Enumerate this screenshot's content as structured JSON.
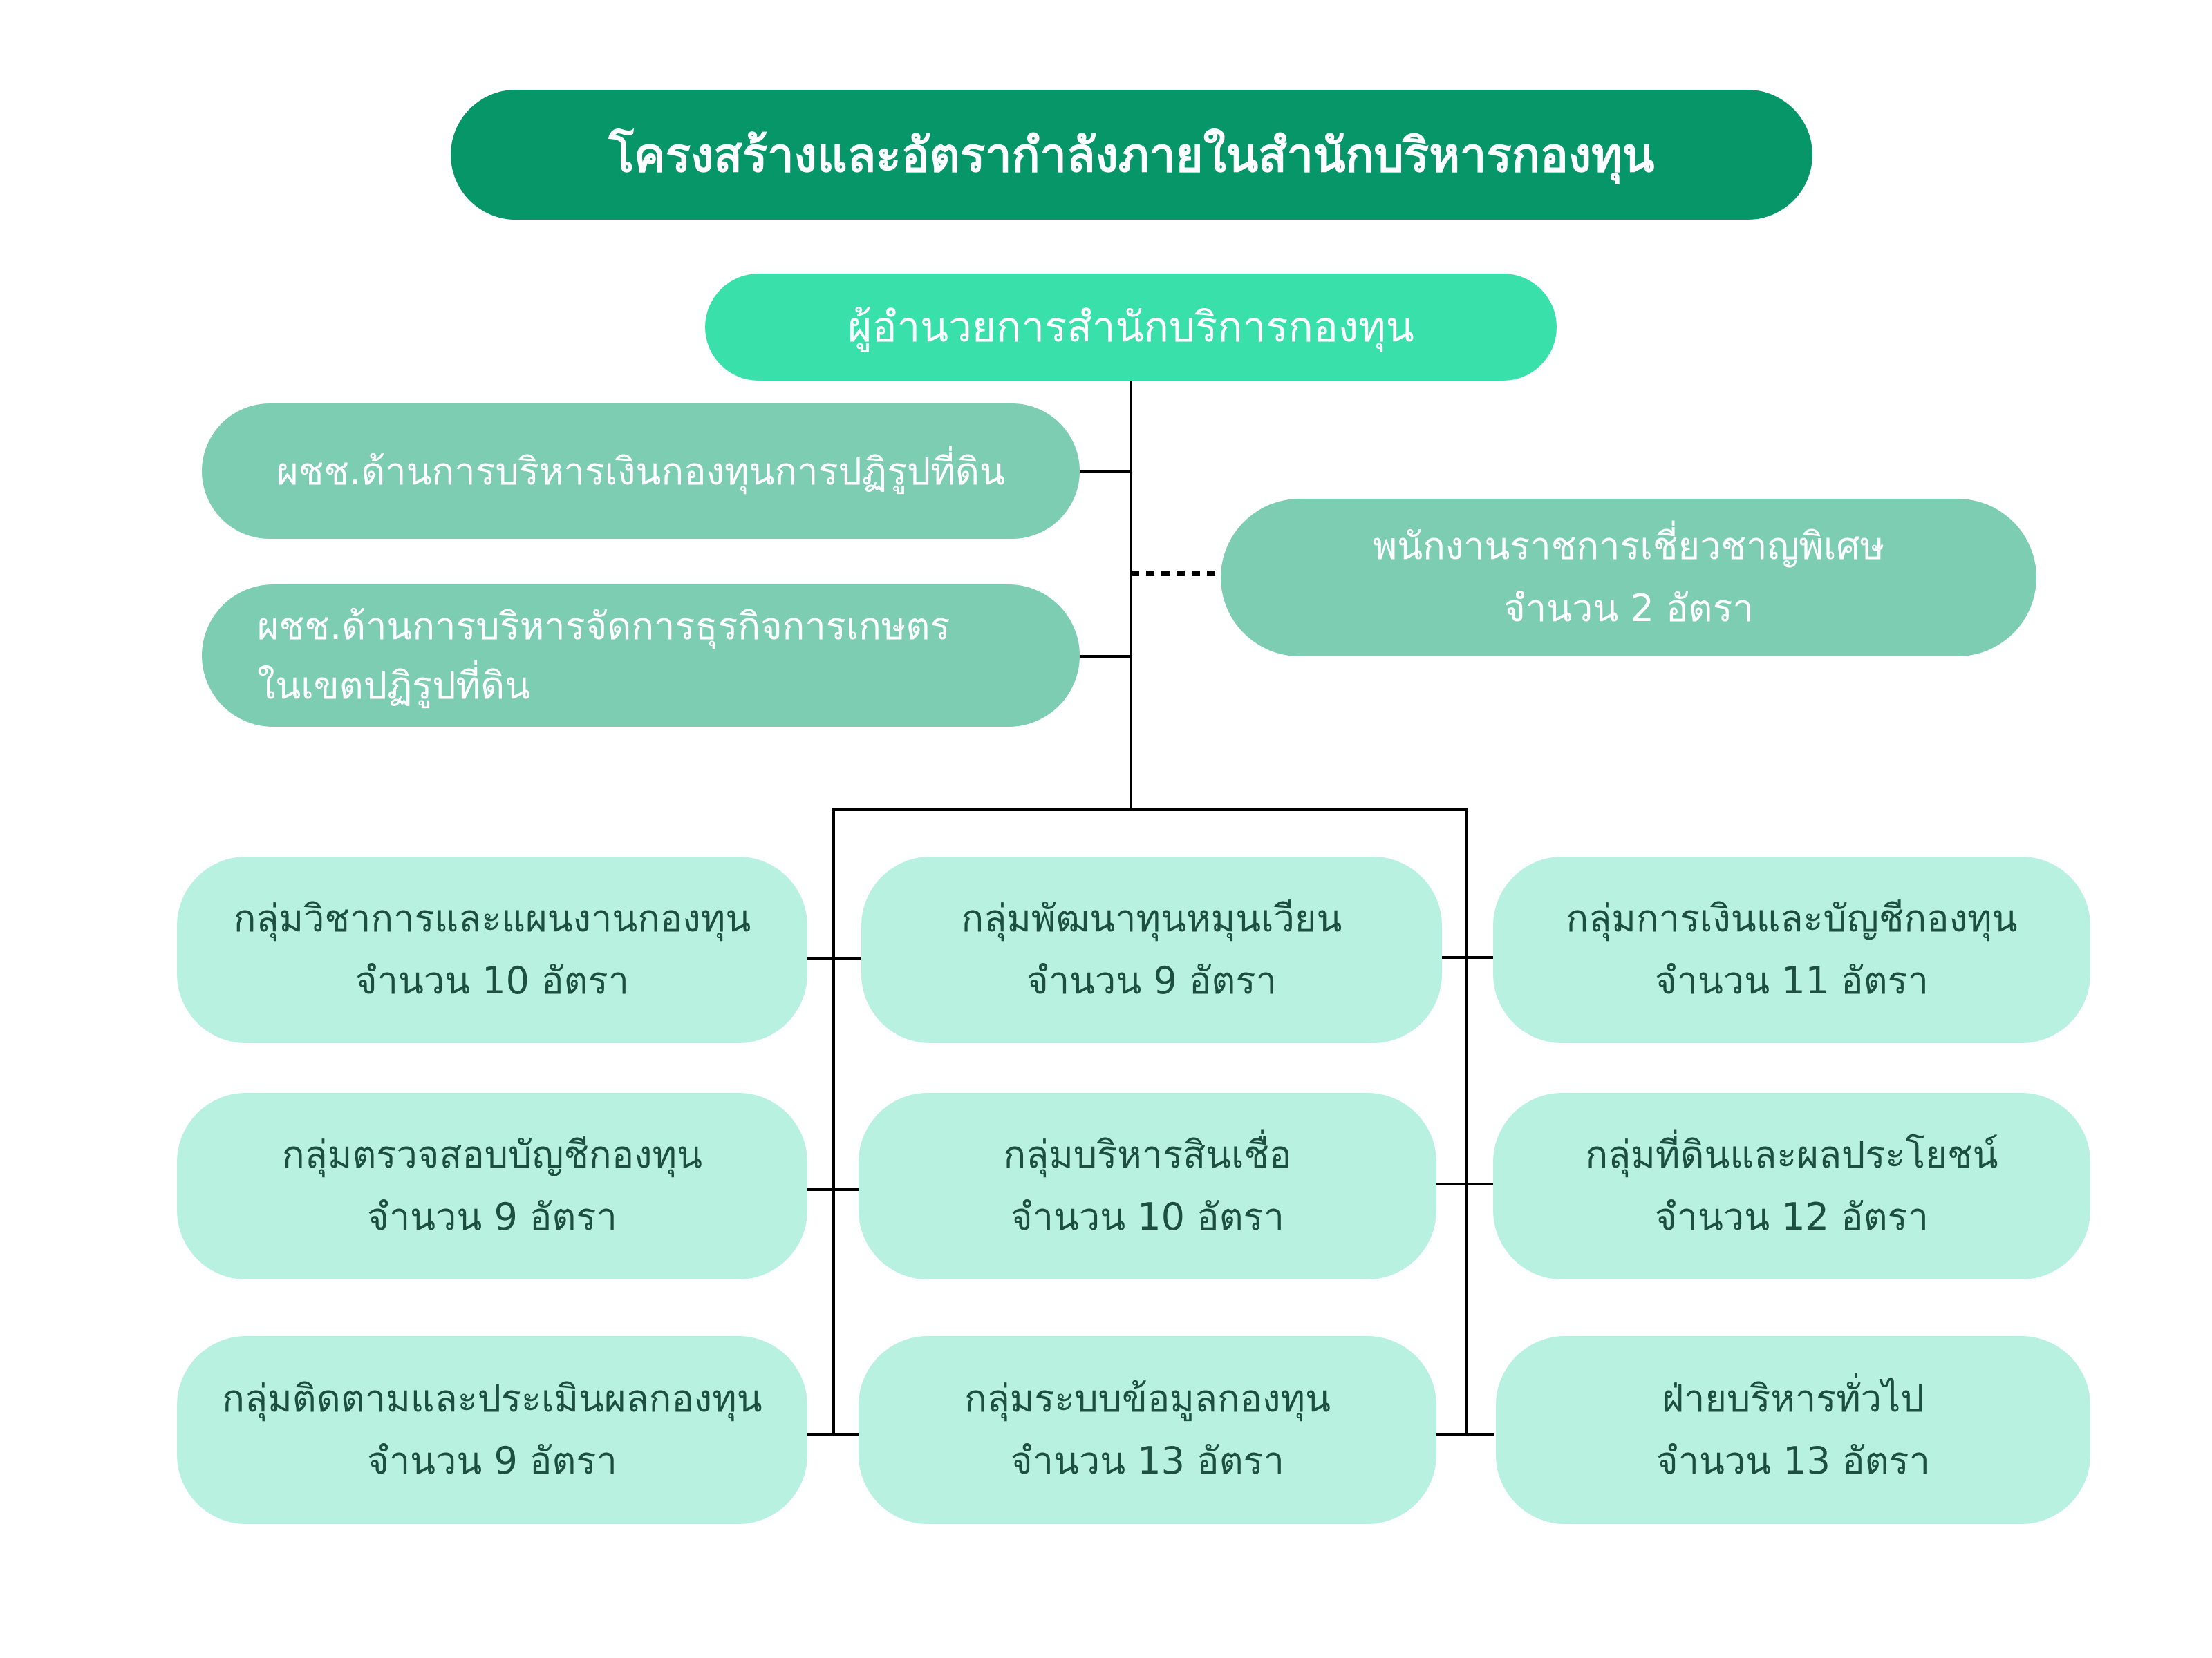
{
  "header": {
    "title": "โครงสร้างและอัตรากำลังภายในสำนักบริหารกองทุน"
  },
  "director": {
    "label": "ผู้อำนวยการสำนักบริการกองทุน"
  },
  "deputies": [
    {
      "line1": "ผชช.ด้านการบริหารเงินกองทุนการปฏิรูปที่ดิน"
    },
    {
      "line1": "ผชช.ด้านการบริหารจัดการธุรกิจการเกษตร",
      "line2": "ในเขตปฏิรูปที่ดิน"
    }
  ],
  "expert": {
    "line1": "พนักงานราชการเชี่ยวชาญพิเศษ",
    "line2": "จำนวน 2 อัตรา"
  },
  "groups": {
    "left": [
      {
        "name": "กลุ่มวิชาการและแผนงานกองทุน",
        "count": "จำนวน 10 อัตรา"
      },
      {
        "name": "กลุ่มตรวจสอบบัญชีกองทุน",
        "count": "จำนวน 9 อัตรา"
      },
      {
        "name": "กลุ่มติดตามและประเมินผลกองทุน",
        "count": "จำนวน 9 อัตรา"
      }
    ],
    "middle": [
      {
        "name": "กลุ่มพัฒนาทุนหมุนเวียน",
        "count": "จำนวน 9 อัตรา"
      },
      {
        "name": "กลุ่มบริหารสินเชื่อ",
        "count": "จำนวน 10 อัตรา"
      },
      {
        "name": "กลุ่มระบบข้อมูลกองทุน",
        "count": "จำนวน 13 อัตรา"
      }
    ],
    "right": [
      {
        "name": "กลุ่มการเงินและบัญชีกองทุน",
        "count": "จำนวน 11 อัตรา"
      },
      {
        "name": "กลุ่มที่ดินและผลประโยชน์",
        "count": "จำนวน 12 อัตรา"
      },
      {
        "name": "ฝ่ายบริหารทั่วไป",
        "count": "จำนวน 13 อัตรา"
      }
    ]
  },
  "colors": {
    "title_bg": "#069668",
    "director_bg": "#3ae0aa",
    "deputy_bg": "#7dcdb3",
    "group_bg": "#b9f1e0",
    "connector": "#000000"
  }
}
